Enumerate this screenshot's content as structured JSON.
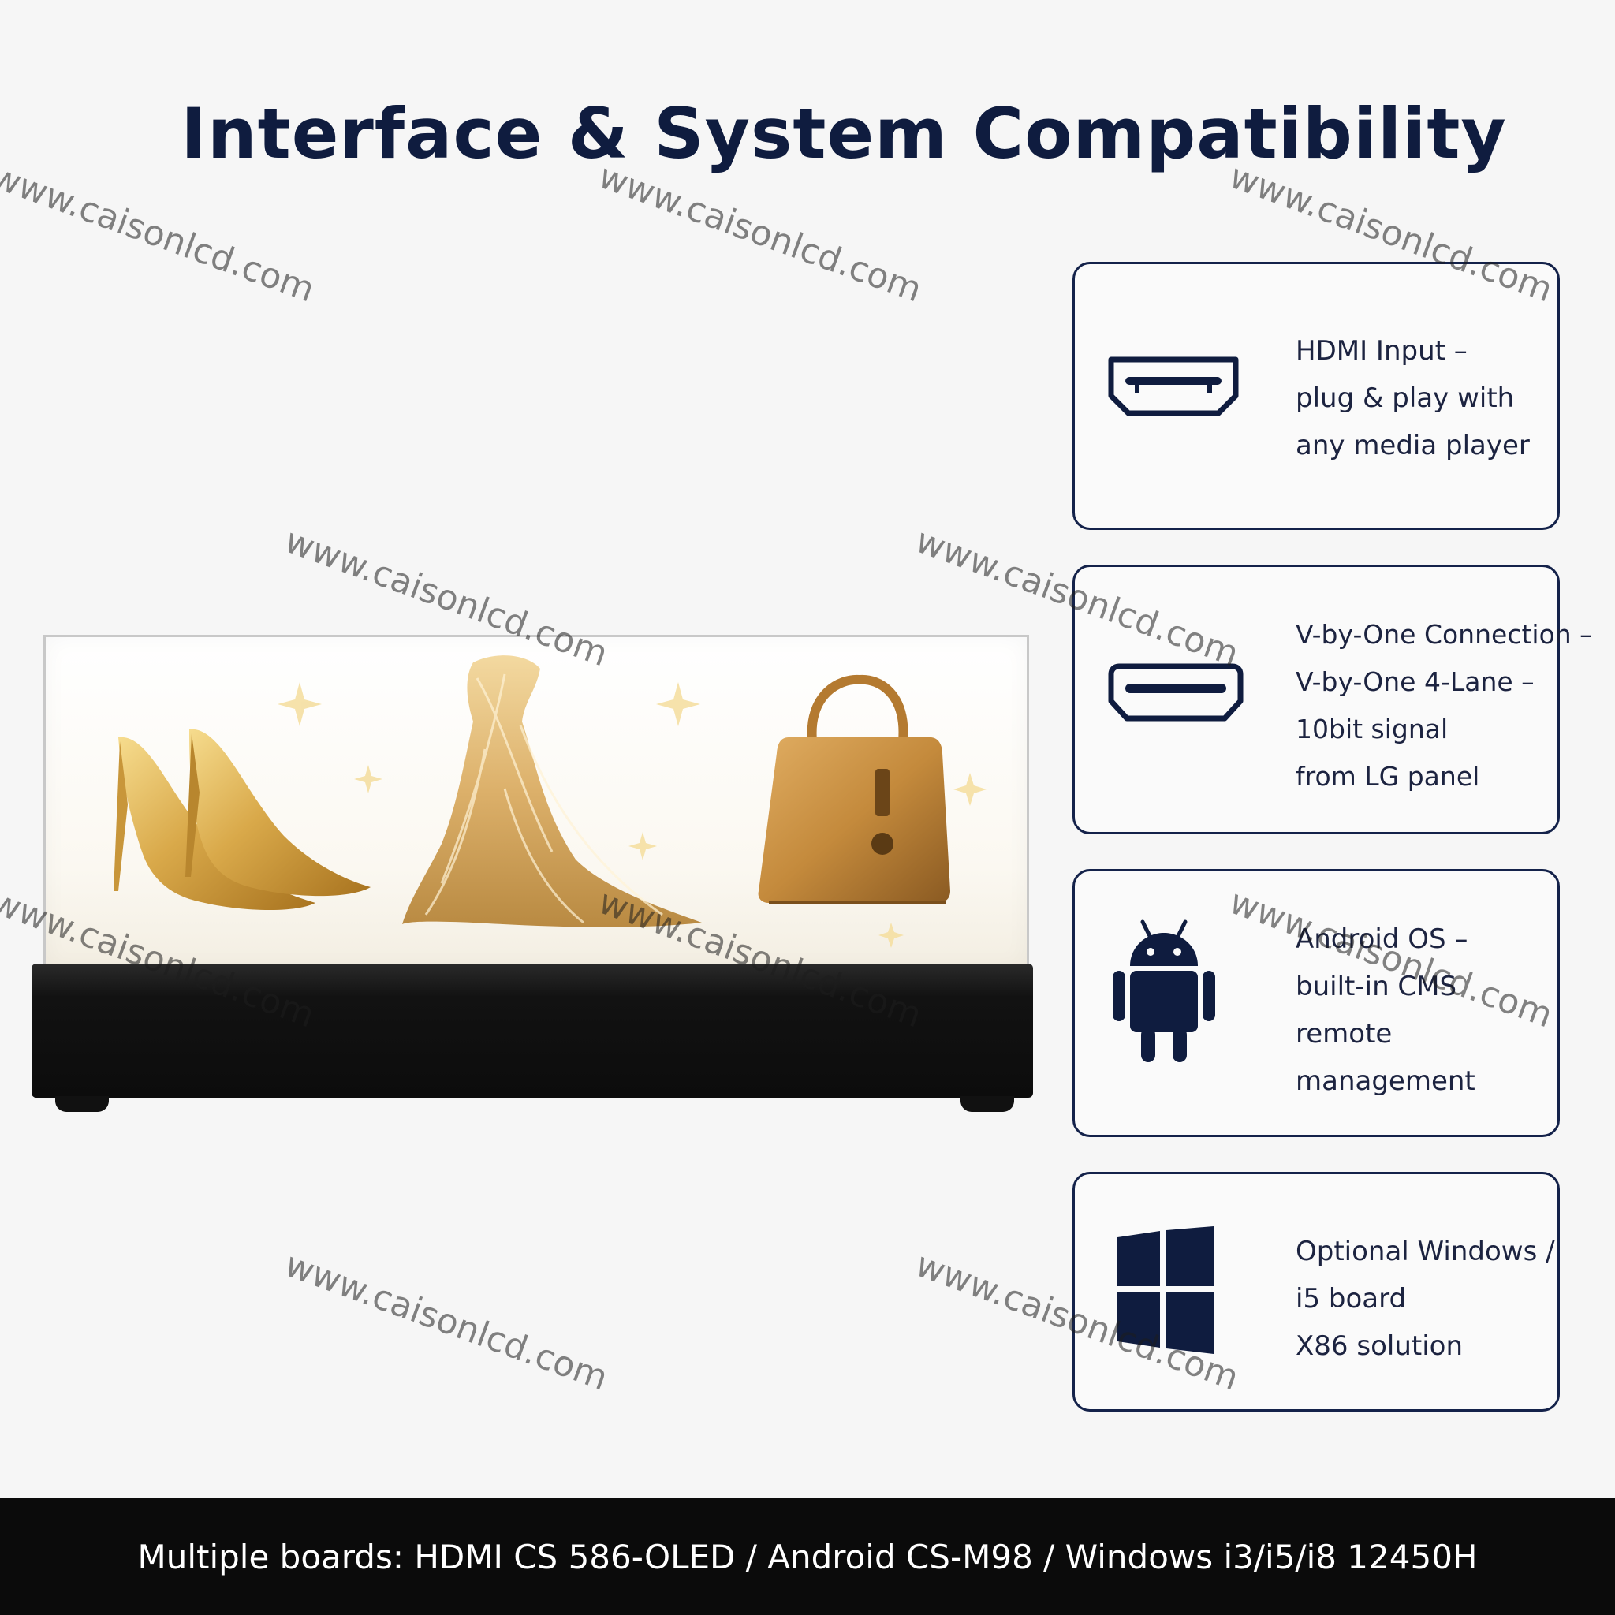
{
  "title": "Interface & System Compatibility",
  "features": [
    {
      "icon": "hdmi-port-icon",
      "lines": [
        "HDMI Input –",
        "plug & play with",
        "any media player"
      ]
    },
    {
      "icon": "v-by-one-port-icon",
      "lines": [
        "V-by-One Connection –",
        "V-by-One 4-Lane –",
        "10bit signal",
        "from LG panel"
      ]
    },
    {
      "icon": "android-icon",
      "lines": [
        "Android OS –",
        "built-in CMS",
        "remote",
        "management"
      ]
    },
    {
      "icon": "windows-icon",
      "lines": [
        "Optional Windows /",
        "i5 board",
        "X86 solution"
      ]
    }
  ],
  "watermark": "www.caisonlcd.com",
  "footer": "Multiple boards: HDMI CS 586-OLED / Android CS-M98 / Windows i3/i5/i8 12450H",
  "colors": {
    "navy": "#14224a",
    "gold": "#d9a94a",
    "footer_bg": "#0b0b0b",
    "background": "#f6f6f6"
  }
}
